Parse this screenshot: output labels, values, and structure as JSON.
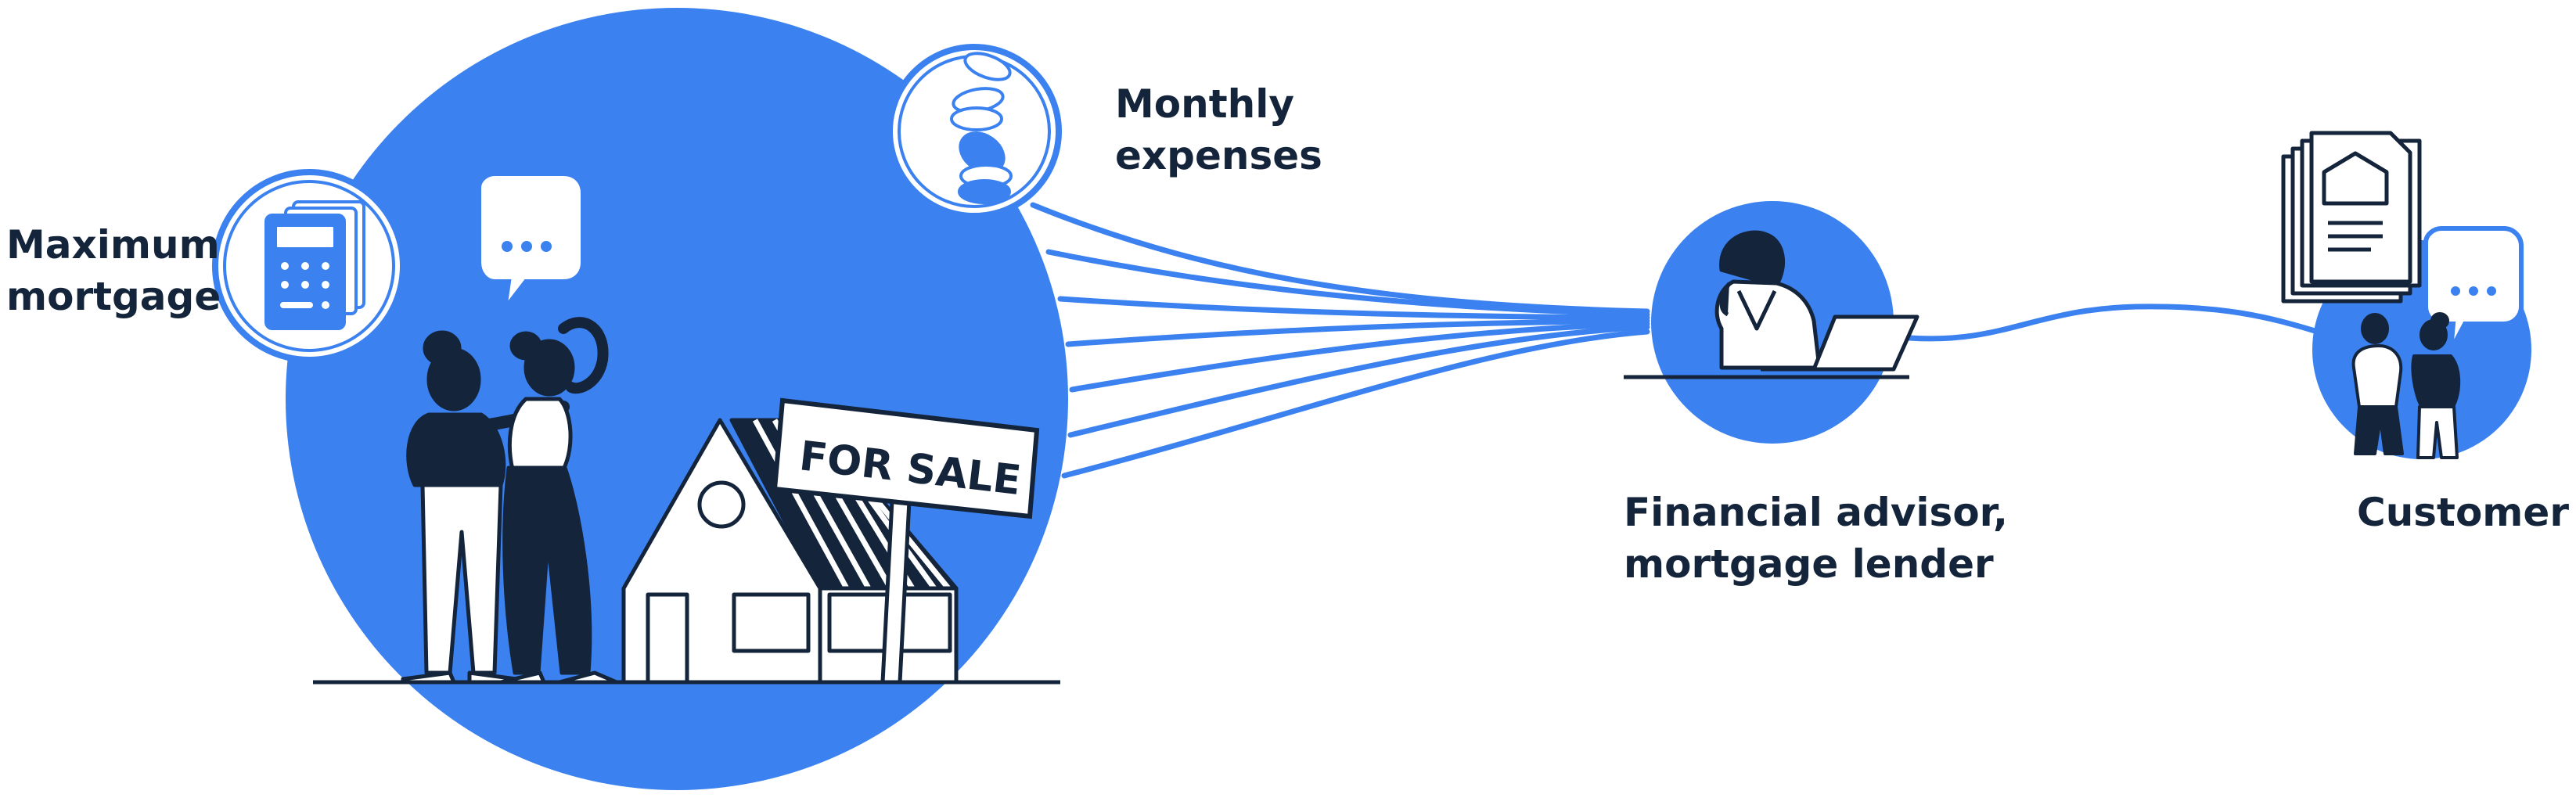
{
  "labels": {
    "max_mortgage": [
      "Maximum",
      "mortgage"
    ],
    "monthly_expenses": [
      "Monthly",
      "expenses"
    ],
    "advisor": [
      "Financial advisor,",
      "mortgage lender"
    ],
    "customer": "Customer"
  },
  "sign_text": "FOR SALE",
  "colors": {
    "primary_blue": "#3b82f0",
    "ink": "#14243a",
    "background": "#ffffff"
  },
  "icons": [
    "calculator-icon",
    "coin-stack-icon",
    "speech-bubble-icon",
    "house-document-icon",
    "laptop-icon"
  ]
}
